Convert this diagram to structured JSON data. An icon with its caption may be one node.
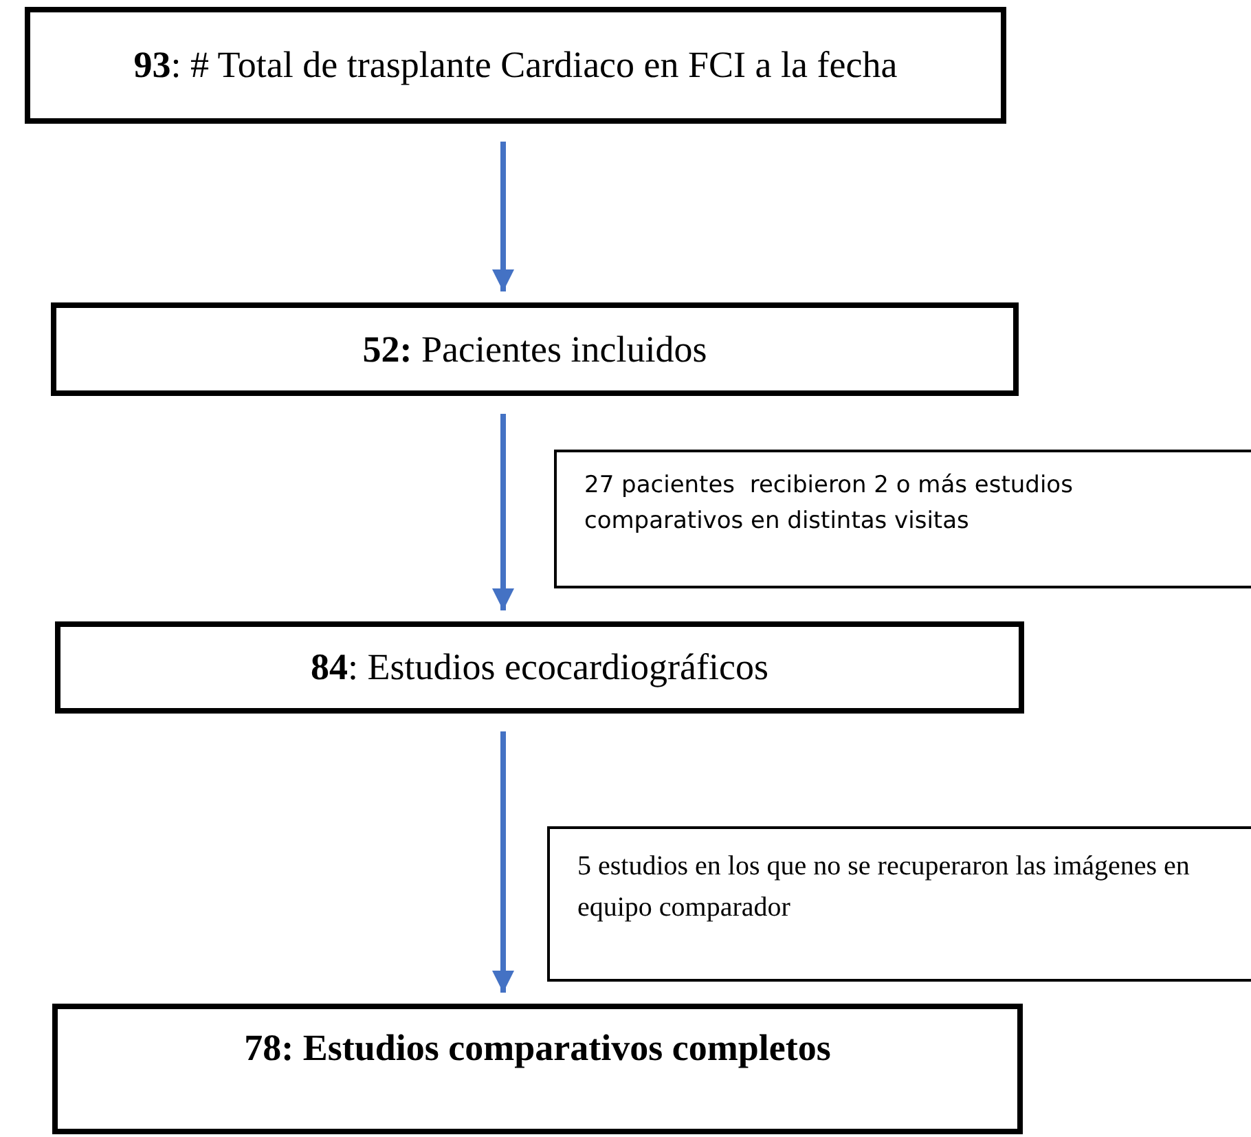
{
  "diagram": {
    "nodes": [
      {
        "text": [
          "**93**: # Total de trasplante Cardiaco en FCI a la fecha"
        ]
      },
      {
        "text": [
          "**52:** Pacientes incluidos"
        ]
      },
      {
        "text": [
          "**84**: Estudios ecocardiográficos"
        ]
      },
      {
        "text": [
          "78: Estudios comparativos completos"
        ]
      },
      {
        "text": [
          "27 pacientes  recibieron 2 o más estudios comparativos en distintas visitas"
        ]
      },
      {
        "text": [
          "5 estudios en los que no se recuperaron las imágenes en equipo comparador"
        ]
      }
    ],
    "edges": [
      {
        "from": 0,
        "to": 1,
        "arrow": "to"
      },
      {
        "from": 1,
        "to": 2,
        "arrow": "to"
      },
      {
        "from": 2,
        "to": 3,
        "arrow": "to"
      }
    ]
  }
}
